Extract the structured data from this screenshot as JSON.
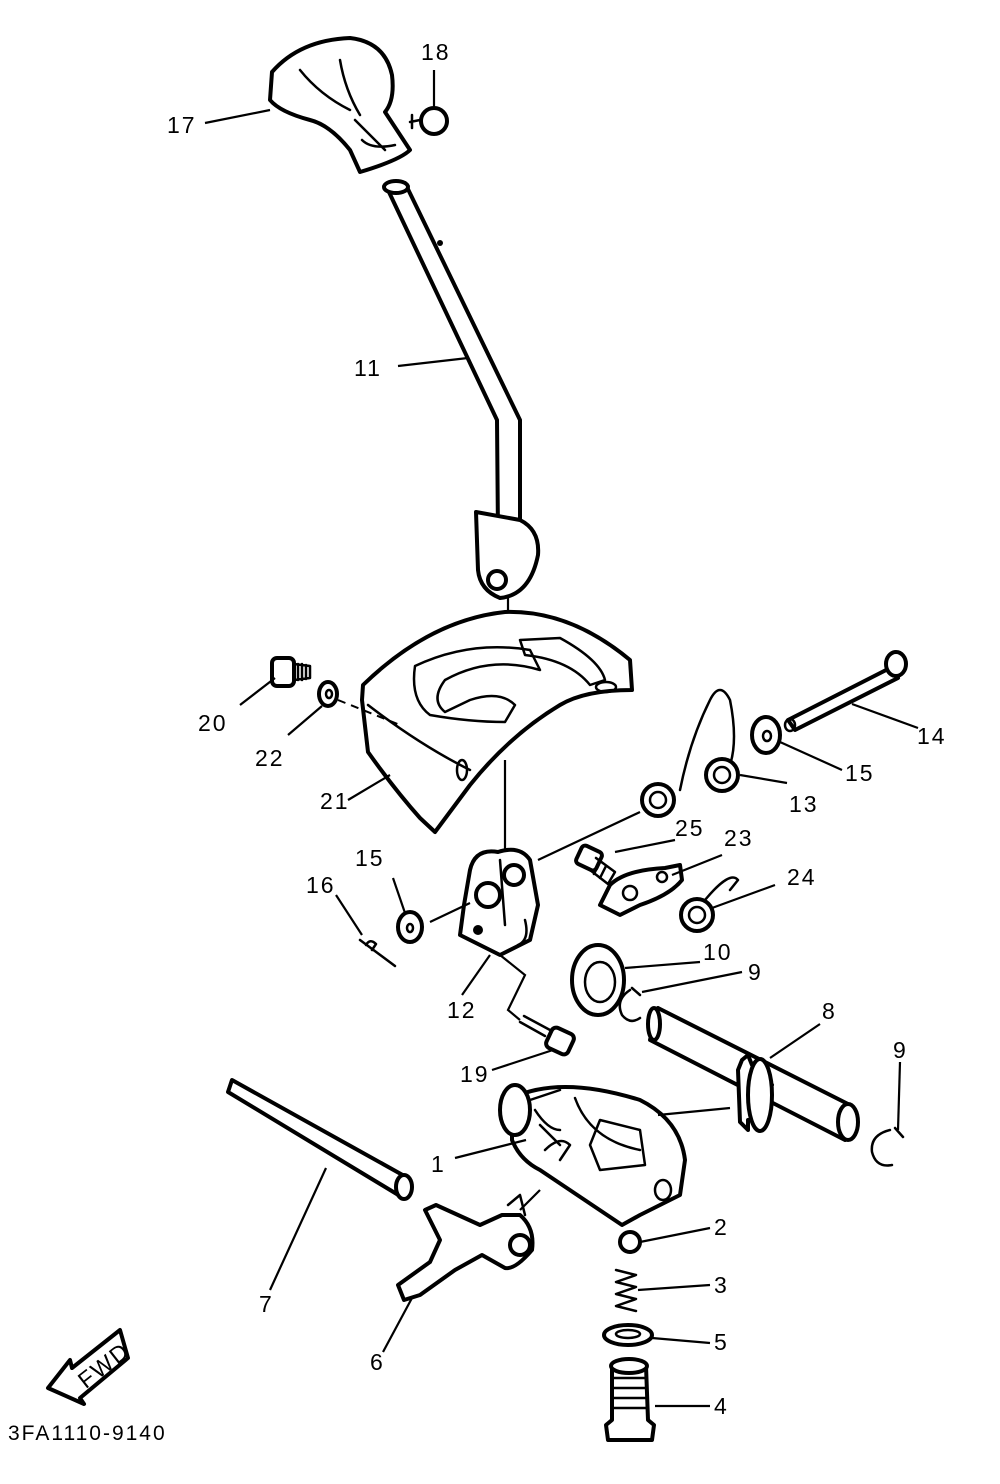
{
  "figure_code": "3FA1110-9140",
  "fwd_label": "FWD",
  "callouts": {
    "p1": "1",
    "p2": "2",
    "p3": "3",
    "p4": "4",
    "p5": "5",
    "p6": "6",
    "p7": "7",
    "p8": "8",
    "p9a": "9",
    "p9b": "9",
    "p10": "10",
    "p11": "11",
    "p12": "12",
    "p13": "13",
    "p14": "14",
    "p15a": "15",
    "p15b": "15",
    "p16": "16",
    "p17": "17",
    "p18": "18",
    "p19": "19",
    "p20": "20",
    "p21": "21",
    "p22": "22",
    "p23": "23",
    "p24": "24",
    "p25": "25"
  }
}
